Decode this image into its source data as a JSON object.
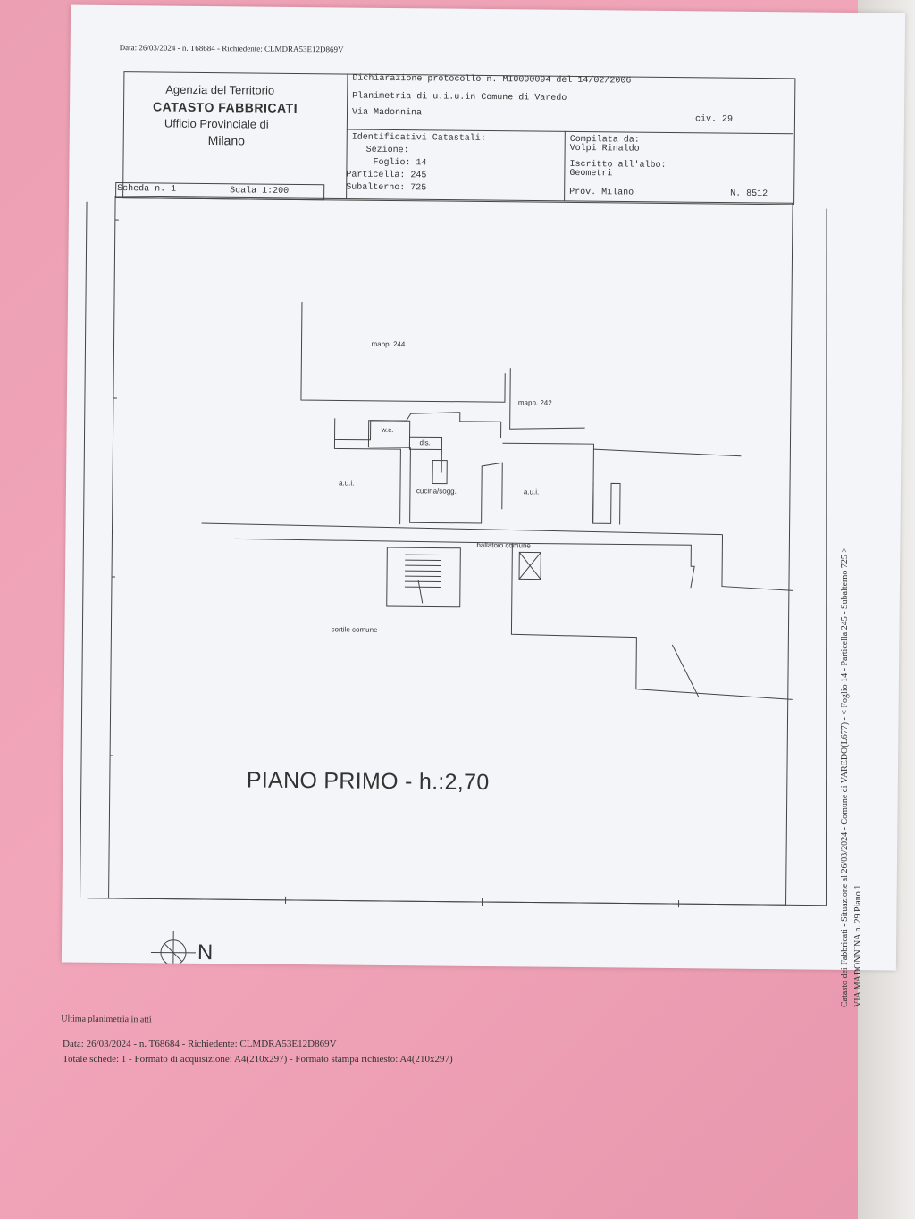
{
  "document": {
    "header_line": "Data: 26/03/2024 - n. T68684 - Richiedente: CLMDRA53E12D869V",
    "agency": {
      "line1": "Agenzia del Territorio",
      "line2": "CATASTO FABBRICATI",
      "line3": "Ufficio Provinciale di",
      "line4": "Milano"
    },
    "declaration": {
      "protocol": "Dichiarazione protocollo n. MI0090094 del 14/02/2006",
      "planimetria": "Planimetria di u.i.u.in Comune di Varedo",
      "street": "Via Madonnina",
      "civ": "civ. 29"
    },
    "identifiers": {
      "heading": "Identificativi Catastali:",
      "sezione": "Sezione:",
      "foglio": "Foglio: 14",
      "particella": "Particella: 245",
      "subalterno": "Subalterno: 725"
    },
    "compiler": {
      "label": "Compilata da:",
      "name": "Volpi Rinaldo",
      "albo_label": "Iscritto all'albo:",
      "albo": "Geometri",
      "prov": "Prov. Milano",
      "number": "N. 8512"
    },
    "scheda": "Scheda n. 1",
    "scala": "Scala 1:200",
    "plan_labels": {
      "mapp244": "mapp. 244",
      "mapp242": "mapp. 242",
      "wc": "w.c.",
      "dis": "dis.",
      "aui_left": "a.u.i.",
      "cucina": "cucina/sogg.",
      "aui_right": "a.u.i.",
      "ballatoio": "ballatoio comune",
      "cortile": "cortile comune"
    },
    "floor_title": "PIANO PRIMO - h.:2,70",
    "north": "N",
    "footer": {
      "ultima": "Ultima planimetria in atti",
      "data": "Data: 26/03/2024 - n. T68684 - Richiedente: CLMDRA53E12D869V",
      "totale": "Totale schede: 1 - Formato di acquisizione: A4(210x297) - Formato stampa richiesto: A4(210x297)"
    },
    "side_text": {
      "line1": "Catasto dei Fabbricati - Situazione al 26/03/2024 - Comune di VAREDO(L677) - < Foglio 14 - Particella 245 - Subalterno 725 >",
      "line2": "VIA MADONNINA n. 29 Piano 1"
    }
  }
}
